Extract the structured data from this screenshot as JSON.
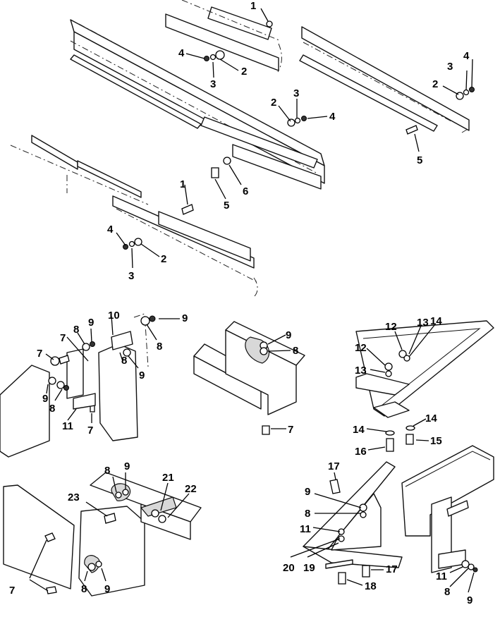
{
  "figure": {
    "type": "exploded-parts-diagram",
    "callouts": {
      "c1a": "1",
      "c2a": "2",
      "c3a": "3",
      "c4a": "4",
      "c3b": "3",
      "c2b": "2",
      "c4b": "4",
      "c4c": "4",
      "c3c": "3",
      "c2c": "2",
      "c5a": "5",
      "c5b": "5",
      "c6a": "6",
      "c1b": "1",
      "c4d": "4",
      "c3d": "3",
      "c2d": "2",
      "c10a": "10",
      "c9a": "9",
      "c9b": "9",
      "c8a": "8",
      "c8b": "8",
      "c7a": "7",
      "c7b": "7",
      "c9c": "9",
      "c8c": "8",
      "c9d": "9",
      "c8d": "8",
      "c11a": "11",
      "c7c": "7",
      "c9e": "9",
      "c8e": "8",
      "c7d": "7",
      "c12a": "12",
      "c13a": "13",
      "c14a": "14",
      "c12b": "12",
      "c13b": "13",
      "c14b": "14",
      "c14c": "14",
      "c15a": "15",
      "c16a": "16",
      "c8f": "8",
      "c9f": "9",
      "c21a": "21",
      "c22a": "22",
      "c23a": "23",
      "c7e": "7",
      "c8g": "8",
      "c9g": "9",
      "c17a": "17",
      "c9h": "9",
      "c8h": "8",
      "c11b": "11",
      "c20a": "20",
      "c19a": "19",
      "c17b": "17",
      "c18a": "18",
      "c11c": "11",
      "c8i": "8",
      "c9i": "9"
    }
  }
}
